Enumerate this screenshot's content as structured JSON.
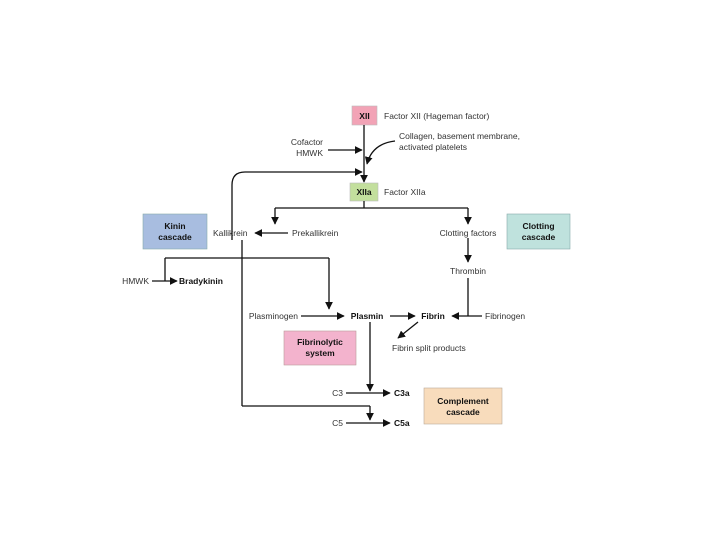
{
  "nodes": {
    "xii": "XII",
    "factor_xii": "Factor XII (Hageman factor)",
    "cofactor_line1": "Cofactor",
    "cofactor_line2": "HMWK",
    "collagen_line1": "Collagen, basement membrane,",
    "collagen_line2": "activated platelets",
    "xiia": "XIIa",
    "factor_xiia": "Factor XIIa",
    "kallikrein": "Kallikrein",
    "prekallikrein": "Prekallikrein",
    "clotting_factors": "Clotting factors",
    "thrombin": "Thrombin",
    "hmwk": "HMWK",
    "bradykinin": "Bradykinin",
    "plasminogen": "Plasminogen",
    "plasmin": "Plasmin",
    "fibrin": "Fibrin",
    "fibrinogen": "Fibrinogen",
    "fibrin_split": "Fibrin split products",
    "c3": "C3",
    "c3a": "C3a",
    "c5": "C5",
    "c5a": "C5a"
  },
  "boxes": {
    "kinin_line1": "Kinin",
    "kinin_line2": "cascade",
    "clotting_line1": "Clotting",
    "clotting_line2": "cascade",
    "fibrinolytic_line1": "Fibrinolytic",
    "fibrinolytic_line2": "system",
    "complement_line1": "Complement",
    "complement_line2": "cascade"
  },
  "colors": {
    "xii_fill": "#f2a3b6",
    "xiia_fill": "#c3df9d",
    "kinin_fill": "#a8bde0",
    "clotting_fill": "#bfe2dd",
    "fibrinolytic_fill": "#f3b3cd",
    "complement_fill": "#f8dcbc"
  }
}
